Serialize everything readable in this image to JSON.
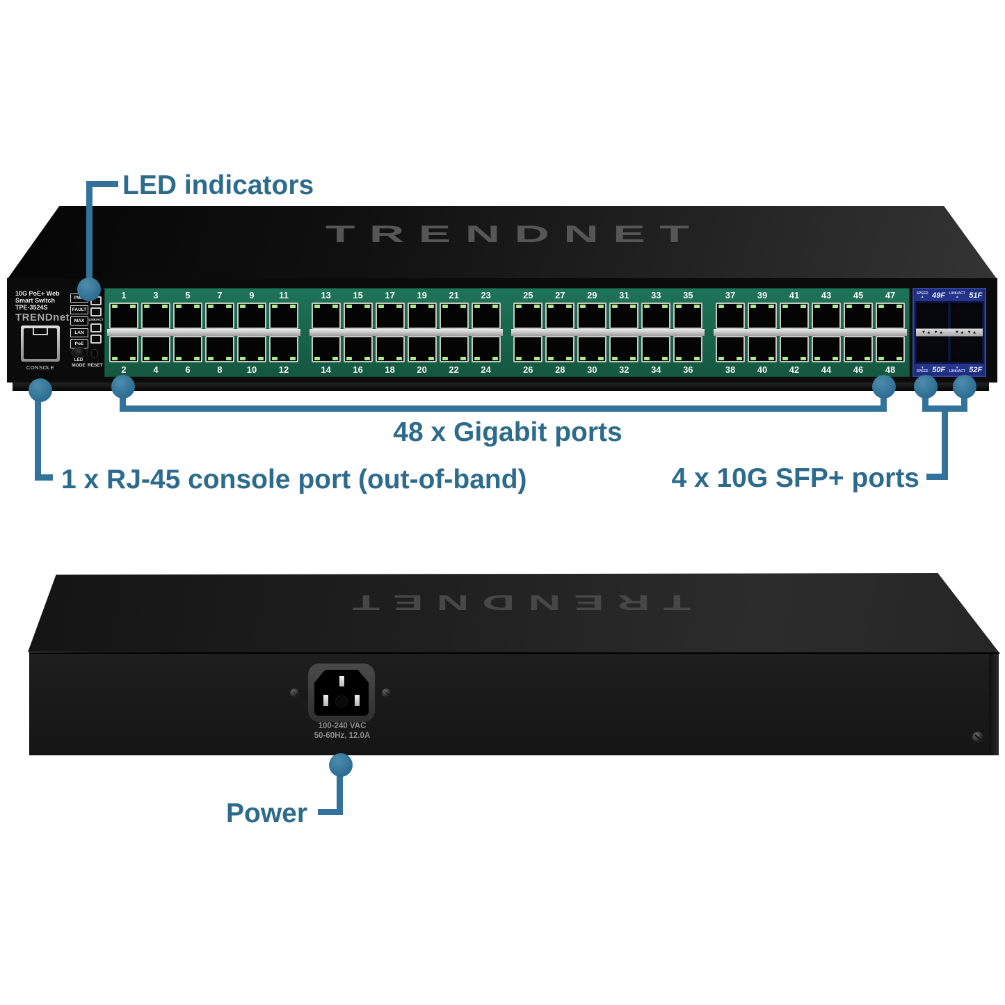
{
  "annotations": {
    "led_indicators": "LED indicators",
    "gigabit_ports": "48 x Gigabit ports",
    "console_port": "1 x RJ-45 console port (out-of-band)",
    "sfp_ports": "4 x 10G SFP+ ports",
    "power": "Power",
    "accent_color": "#2e7095"
  },
  "front_view": {
    "top_brand": "TRENDNET",
    "side_panel": {
      "model_line1": "10G PoE+ Web",
      "model_line2": "Smart Switch",
      "model_line3": "TPE-3524S",
      "brand_logo": "TRENDnet",
      "console_label": "CONSOLE",
      "led_labels": [
        "PWR",
        "FAULT",
        "MAX",
        "LAN",
        "PoE"
      ],
      "link_act_label": "LINK/ACT",
      "led_mode_label": "LED MODE",
      "reset_label": "RESET"
    },
    "ports": {
      "groups": 4,
      "per_group": 6,
      "top_numbers": [
        "1",
        "3",
        "5",
        "7",
        "9",
        "11",
        "13",
        "15",
        "17",
        "19",
        "21",
        "23",
        "25",
        "27",
        "29",
        "31",
        "33",
        "35",
        "37",
        "39",
        "41",
        "43",
        "45",
        "47"
      ],
      "bottom_numbers": [
        "2",
        "4",
        "6",
        "8",
        "10",
        "12",
        "14",
        "16",
        "18",
        "20",
        "22",
        "24",
        "26",
        "28",
        "30",
        "32",
        "34",
        "36",
        "38",
        "40",
        "42",
        "44",
        "46",
        "48"
      ]
    },
    "sfp": {
      "speed_label": "SPEED",
      "link_act_label": "LINK/ACT",
      "up_arrow": "▲",
      "down_arrow": "▼",
      "latch_glyphs": "▼▲ ▼▲",
      "top_left_port": "49F",
      "top_right_port": "51F",
      "bottom_left_port": "50F",
      "bottom_right_port": "52F"
    }
  },
  "rear_view": {
    "top_brand": "TRENDNET",
    "power_rating_line1": "100-240 VAC",
    "power_rating_line2": "50-60Hz, 12.0A"
  }
}
